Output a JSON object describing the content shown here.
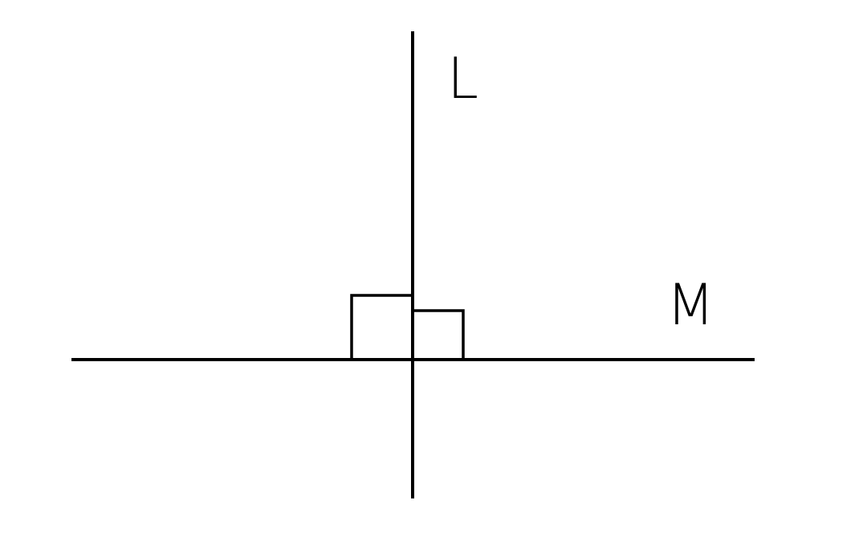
{
  "diagram": {
    "labels": {
      "line_l": "L",
      "line_m": "M"
    },
    "colors": {
      "stroke": "#000000",
      "background": "#ffffff"
    },
    "right_angle_markers": 2
  }
}
